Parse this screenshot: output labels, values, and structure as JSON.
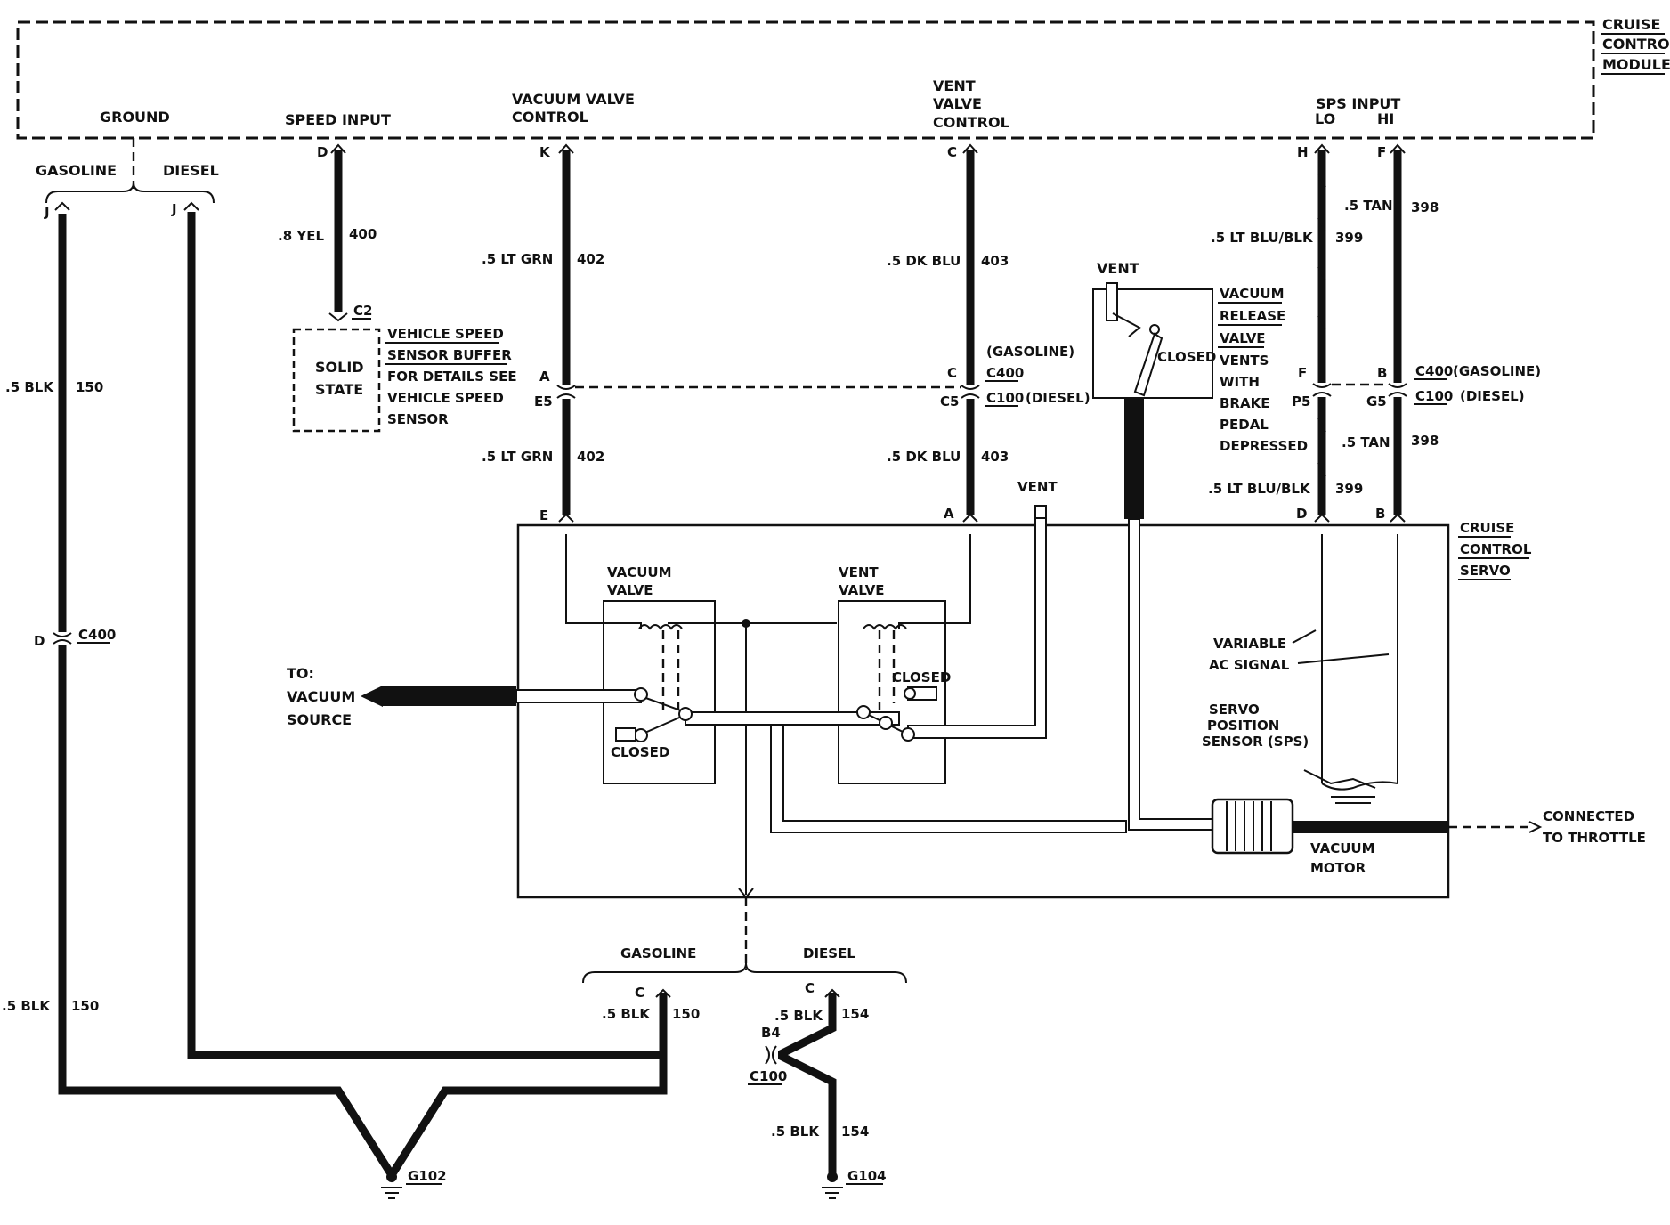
{
  "module": {
    "title_lines": [
      "CRUISE",
      "CONTROL",
      "MODULE"
    ],
    "ground": "GROUND",
    "speed_input": "SPEED INPUT",
    "vacuum_valve_control": [
      "VACUUM VALVE",
      "CONTROL"
    ],
    "vent_valve_control": [
      "VENT",
      "VALVE",
      "CONTROL"
    ],
    "sps_input": "SPS INPUT",
    "sps_lo": "LO",
    "sps_hi": "HI"
  },
  "ground_split": {
    "gasoline": "GASOLINE",
    "diesel": "DIESEL"
  },
  "pins": {
    "gas_j": "J",
    "diesel_j": "J",
    "speed_d": "D",
    "vac_k": "K",
    "vent_c": "C",
    "sps_h": "H",
    "sps_f": "F"
  },
  "wires": {
    "gas_ground": {
      "gauge": ".5 BLK",
      "circuit": "150"
    },
    "gas_ground_low": {
      "gauge": ".5 BLK",
      "circuit": "150"
    },
    "speed": {
      "gauge": ".8 YEL",
      "circuit": "400"
    },
    "vac_upper": {
      "gauge": ".5 LT GRN",
      "circuit": "402"
    },
    "vac_lower": {
      "gauge": ".5 LT GRN",
      "circuit": "402"
    },
    "vent_upper": {
      "gauge": ".5 DK BLU",
      "circuit": "403"
    },
    "vent_lower": {
      "gauge": ".5 DK BLU",
      "circuit": "403"
    },
    "sps_lo_upper": {
      "gauge": ".5 LT BLU/BLK",
      "circuit": "399"
    },
    "sps_lo_lower": {
      "gauge": ".5 LT BLU/BLK",
      "circuit": "399"
    },
    "sps_hi_upper": {
      "gauge": ".5 TAN",
      "circuit": "398"
    },
    "sps_hi_lower": {
      "gauge": ".5 TAN",
      "circuit": "398"
    },
    "servo_gas": {
      "gauge": ".5 BLK",
      "circuit": "150"
    },
    "servo_diesel": {
      "gauge": ".5 BLK",
      "circuit": "154"
    },
    "g104": {
      "gauge": ".5 BLK",
      "circuit": "154"
    }
  },
  "connectors": {
    "c2": "C2",
    "c400": "C400",
    "c100": "C100",
    "gasoline_note": "(GASOLINE)",
    "diesel_note": "(DIESEL)",
    "vac_a": "A",
    "vac_e5": "E5",
    "vent_c": "C",
    "vent_c5": "C5",
    "sps_f": "F",
    "sps_p5": "P5",
    "sps_b": "B",
    "sps_g5": "G5",
    "gas_d": "D",
    "b4": "B4",
    "servo_gas_c": "C",
    "servo_diesel_c": "C"
  },
  "speed_sensor": {
    "box_lines": [
      "SOLID",
      "STATE"
    ],
    "desc_lines": [
      "VEHICLE SPEED",
      "SENSOR BUFFER",
      "FOR DETAILS SEE",
      "VEHICLE SPEED",
      "SENSOR"
    ]
  },
  "release_valve": {
    "vent": "VENT",
    "closed": "CLOSED",
    "desc_lines": [
      "VACUUM",
      "RELEASE",
      "VALVE",
      "VENTS",
      "WITH",
      "BRAKE",
      "PEDAL",
      "DEPRESSED"
    ]
  },
  "servo": {
    "title_lines": [
      "CRUISE",
      "CONTROL",
      "SERVO"
    ],
    "pin_e": "E",
    "pin_a": "A",
    "pin_d": "D",
    "pin_b": "B",
    "vent": "VENT",
    "vacuum_valve": [
      "VACUUM",
      "VALVE"
    ],
    "vent_valve": [
      "VENT",
      "VALVE"
    ],
    "closed_left": "CLOSED",
    "closed_right": "CLOSED",
    "to_vacuum": [
      "TO:",
      "VACUUM",
      "SOURCE"
    ],
    "variable_ac": [
      "VARIABLE",
      "AC SIGNAL"
    ],
    "sps_lines": [
      "SERVO",
      "POSITION",
      "SENSOR (SPS)"
    ],
    "vacuum_motor": [
      "VACUUM",
      "MOTOR"
    ],
    "throttle": [
      "CONNECTED",
      "TO THROTTLE"
    ]
  },
  "servo_ground_split": {
    "gasoline": "GASOLINE",
    "diesel": "DIESEL"
  },
  "grounds": {
    "g102": "G102",
    "g104": "G104"
  }
}
